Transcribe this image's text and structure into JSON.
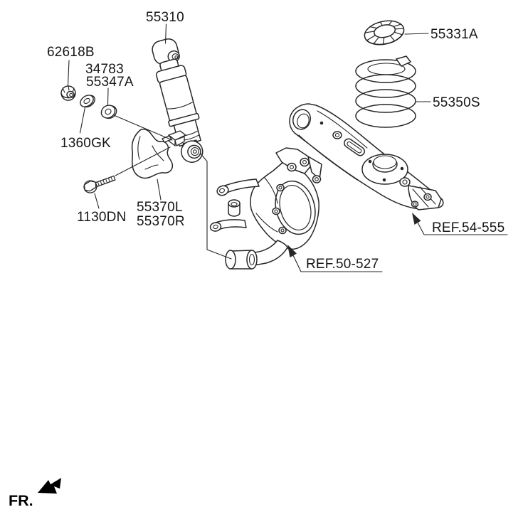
{
  "canvas": {
    "background": "#ffffff",
    "line_color": "#262626",
    "label_color": "#161616"
  },
  "callouts": {
    "shock_absorber": {
      "label": "55310"
    },
    "lock_nut": {
      "label": "62618B"
    },
    "washer_upper": {
      "label": "34783"
    },
    "washer_shock": {
      "label": "55347A"
    },
    "washer_small": {
      "label": "1360GK"
    },
    "bolt": {
      "label": "1130DN"
    },
    "dust_cover_left": {
      "label": "55370L"
    },
    "dust_cover_right": {
      "label": "55370R"
    },
    "spring_upper_pad": {
      "label": "55331A"
    },
    "coil_spring": {
      "label": "55350S"
    },
    "ref_rear_arm": {
      "label": "REF.54-555"
    },
    "ref_axle_knuckle": {
      "label": "REF.50-527"
    }
  },
  "direction": {
    "label": "FR."
  }
}
